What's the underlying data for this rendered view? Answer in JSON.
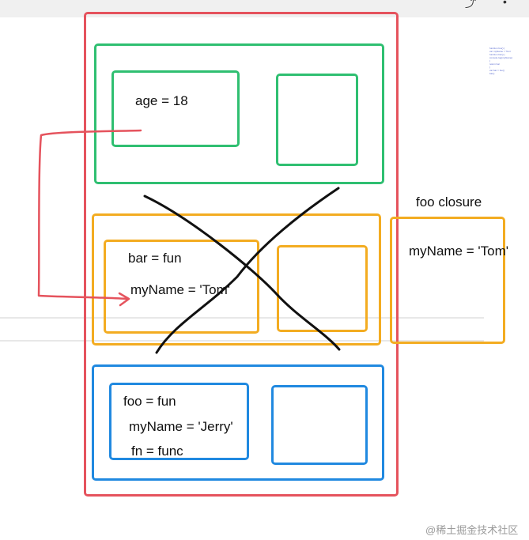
{
  "top_bar": {
    "icons": [
      "share-icon",
      "more-icon"
    ]
  },
  "scopes": {
    "global_variables": {
      "line1": "age = 18"
    },
    "bar_variables": {
      "line1": "bar = fun",
      "line2": "myName = 'Tom'"
    },
    "foo_variables": {
      "line1": "foo = fun",
      "line2": "myName = 'Jerry'",
      "line3": "fn = func"
    }
  },
  "closure": {
    "title": "foo  closure",
    "value": "myName = 'Tom'"
  },
  "minimap_text": [
    "function foo() {",
    "  var myName = 'Tom'",
    "  function bar() {",
    "    console.log(myName)",
    "  }",
    "  return bar",
    "}",
    "var bar = foo()",
    "bar()"
  ],
  "watermark": "@稀土掘金技术社区",
  "colors": {
    "call_stack_outline": "#e5535d",
    "global_context_outline": "#2fbf71",
    "bar_context_outline": "#f3ac21",
    "foo_context_outline": "#2089e0",
    "arrow": "#e5535d",
    "cross": "#111111"
  }
}
